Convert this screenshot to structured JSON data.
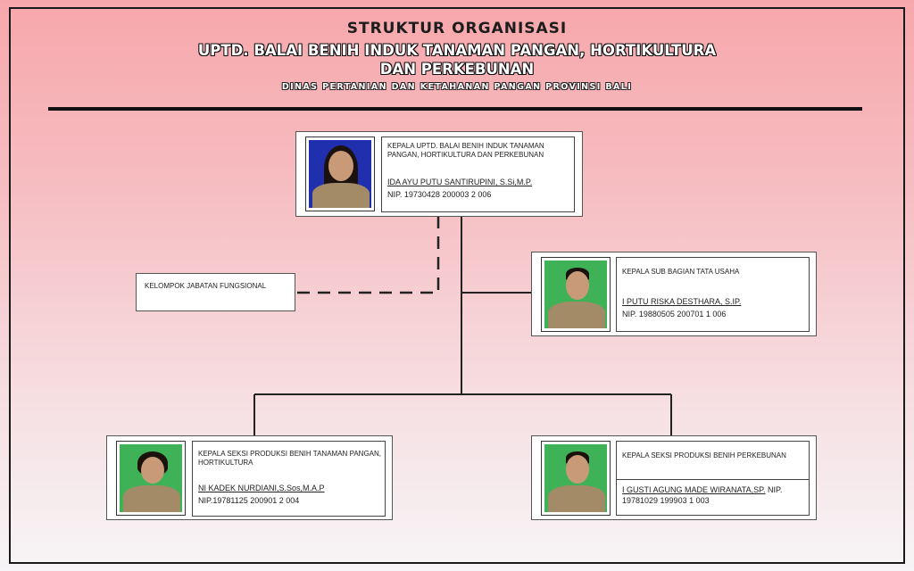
{
  "header": {
    "title": "STRUKTUR ORGANISASI",
    "org_line1": "UPTD. BALAI BENIH INDUK TANAMAN PANGAN, HORTIKULTURA",
    "org_line2": "DAN PERKEBUNAN",
    "department": "DINAS PERTANIAN DAN KETAHANAN PANGAN PROVINSI BALI"
  },
  "head_unit": {
    "role": "KEPALA UPTD. BALAI BENIH INDUK TANAMAN PANGAN, HORTIKULTURA DAN PERKEBUNAN",
    "name": "IDA AYU PUTU SANTIRUPINI, S.Si,M.P.",
    "nip": "NIP. 19730428 200003 2 006"
  },
  "functional_group": {
    "label": "KELOMPOK JABATAN FUNGSIONAL"
  },
  "admin_unit": {
    "role": "KEPALA SUB BAGIAN TATA USAHA",
    "name": "I PUTU RISKA DESTHARA, S.IP.",
    "nip": "NIP. 19880505 200701 1 006"
  },
  "section_food_crops": {
    "role": "KEPALA SEKSI PRODUKSI BENIH TANAMAN PANGAN, HORTIKULTURA",
    "name": "NI KADEK NURDIANI,S.Sos,M.A.P",
    "nip": "NIP.19781125 200901 2 004"
  },
  "section_estate_crops": {
    "role": "KEPALA SEKSI PRODUKSI BENIH PERKEBUNAN",
    "name": "I GUSTI AGUNG MADE WIRANATA,SP.",
    "nip_prefix": "NIP.",
    "nip": "19781029 199903 1 003"
  },
  "colors": {
    "bg_top": "#f7a7ab",
    "bg_bottom": "#f7f5f7",
    "photo_blue": "#1f2fae",
    "photo_green": "#3fb257"
  }
}
